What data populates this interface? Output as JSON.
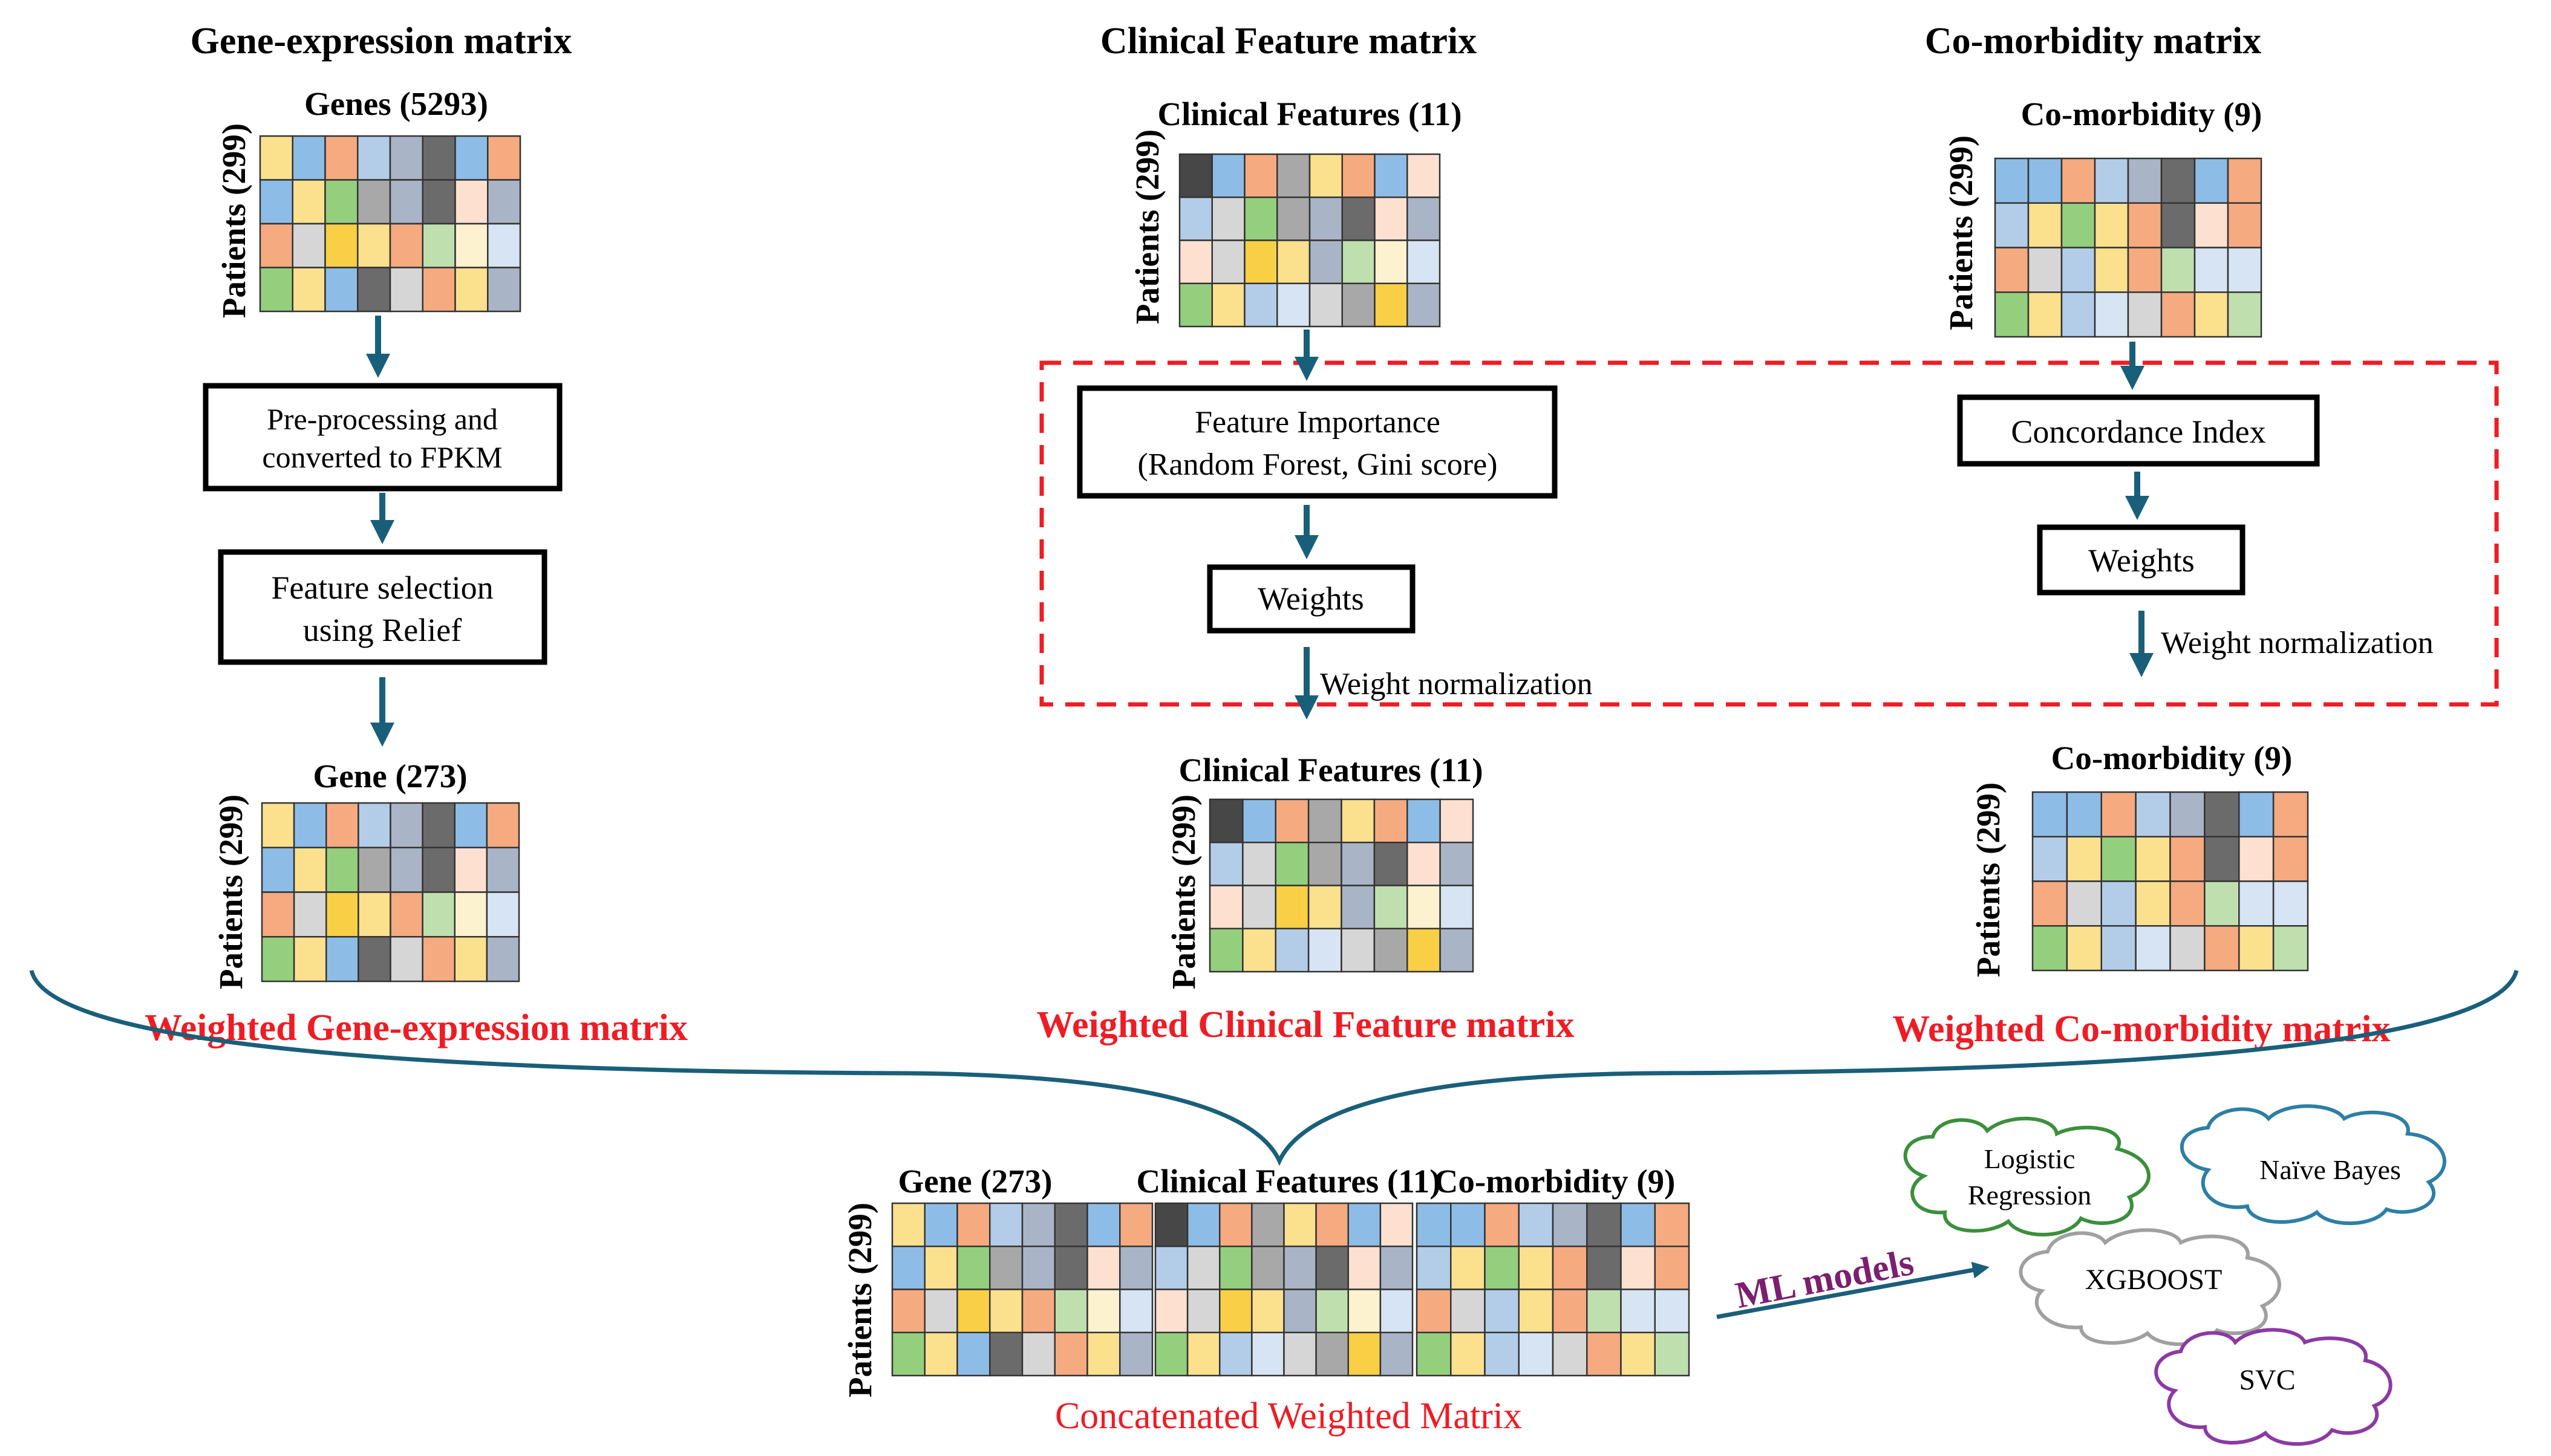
{
  "palette": {
    "yellow": "#fbe08e",
    "blue": "#8dbde6",
    "orange": "#f5aa80",
    "lightblue": "#b3cde8",
    "steel": "#a9b4c6",
    "gray": "#a8a8a8",
    "darkgray": "#6b6b6b",
    "charcoal": "#474747",
    "peach": "#fde0d0",
    "silver": "#d6d6d6",
    "green": "#94cf7e",
    "lightgreen": "#bfe0ae",
    "cream": "#fdf2cf",
    "paleblue": "#d6e4f3",
    "gold": "#f8cf45",
    "arrow": "#1a5f7a",
    "red": "#ee1c25",
    "purple": "#7b1f6f",
    "cloud_green": "#3c8f3c",
    "cloud_blue": "#2d7fa5",
    "cloud_gray": "#a0a0a0",
    "cloud_purple": "#8b3aa3"
  },
  "titles": {
    "gene": "Gene-expression matrix",
    "clinical": "Clinical Feature matrix",
    "comorbidity": "Co-morbidity matrix"
  },
  "matrices": {
    "gene_top": {
      "label": "Genes (5293)",
      "side": "Patients (299)"
    },
    "clinical_top": {
      "label": "Clinical Features (11)",
      "side": "Patients (299)"
    },
    "comorb_top": {
      "label": "Co-morbidity (9)",
      "side": "Patients (299)"
    },
    "gene_bottom": {
      "label": "Gene (273)",
      "side": "Patients (299)"
    },
    "clinical_bottom": {
      "label": "Clinical Features (11)",
      "side": "Patients (299)"
    },
    "comorb_bottom": {
      "label": "Co-morbidity (9)",
      "side": "Patients (299)"
    },
    "concat": {
      "side": "Patients (299)",
      "gene_label": "Gene (273)",
      "clinical_label": "Clinical Features (11)",
      "comorb_label": "Co-morbidity (9)"
    }
  },
  "boxes": {
    "preprocess": [
      "Pre-processing and",
      "converted to FPKM"
    ],
    "relief": [
      "Feature selection",
      "using Relief"
    ],
    "importance": [
      "Feature Importance",
      "(Random Forest, Gini score)"
    ],
    "weights_clinical": "Weights",
    "concordance": "Concordance Index",
    "weights_comorb": "Weights"
  },
  "edge_labels": {
    "weight_norm_clinical": "Weight normalization",
    "weight_norm_comorb": "Weight normalization"
  },
  "weighted_labels": {
    "gene": "Weighted Gene-expression matrix",
    "clinical": "Weighted Clinical Feature matrix",
    "comorb": "Weighted Co-morbidity matrix"
  },
  "concat_caption": "Concatenated Weighted Matrix",
  "ml_label": "ML models",
  "models": {
    "logistic": [
      "Logistic",
      "Regression"
    ],
    "naive": "Naïve Bayes",
    "xgboost": "XGBOOST",
    "svc": "SVC"
  },
  "grid_patterns": {
    "gene": [
      [
        "yellow",
        "blue",
        "orange",
        "lightblue",
        "steel",
        "darkgray",
        "blue",
        "orange"
      ],
      [
        "blue",
        "yellow",
        "green",
        "gray",
        "steel",
        "darkgray",
        "peach",
        "steel"
      ],
      [
        "orange",
        "silver",
        "gold",
        "yellow",
        "orange",
        "lightgreen",
        "cream",
        "paleblue"
      ],
      [
        "green",
        "yellow",
        "blue",
        "darkgray",
        "silver",
        "orange",
        "yellow",
        "steel"
      ]
    ],
    "clinical": [
      [
        "charcoal",
        "blue",
        "orange",
        "gray",
        "yellow",
        "orange",
        "blue",
        "peach"
      ],
      [
        "lightblue",
        "silver",
        "green",
        "gray",
        "steel",
        "darkgray",
        "peach",
        "steel"
      ],
      [
        "peach",
        "silver",
        "gold",
        "yellow",
        "steel",
        "lightgreen",
        "cream",
        "paleblue"
      ],
      [
        "green",
        "yellow",
        "lightblue",
        "paleblue",
        "silver",
        "gray",
        "gold",
        "steel"
      ]
    ],
    "comorb": [
      [
        "blue",
        "blue",
        "orange",
        "lightblue",
        "steel",
        "darkgray",
        "blue",
        "orange"
      ],
      [
        "lightblue",
        "yellow",
        "green",
        "yellow",
        "orange",
        "darkgray",
        "peach",
        "orange"
      ],
      [
        "orange",
        "silver",
        "lightblue",
        "yellow",
        "orange",
        "lightgreen",
        "paleblue",
        "paleblue"
      ],
      [
        "green",
        "yellow",
        "lightblue",
        "paleblue",
        "silver",
        "orange",
        "yellow",
        "lightgreen"
      ]
    ]
  }
}
